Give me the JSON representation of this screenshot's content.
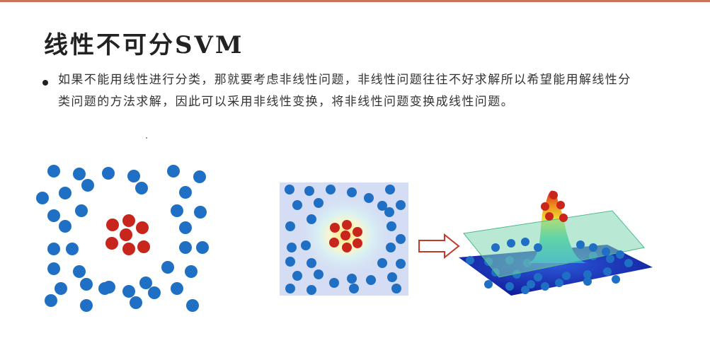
{
  "slide": {
    "title": "线性不可分SVM",
    "bullets": [
      {
        "line1": "如果不能用线性进行分类，那就要考虑非线性问题，非线性问题往往不好求解所以希望能用解线性分",
        "line2": "类问题的方法求解，因此可以采用非线性变换，将非线性问题变换成线性问题。"
      }
    ]
  },
  "colors": {
    "accent_rule": "#c8735a",
    "blue_point": "#1f6fc4",
    "red_point": "#c8261d",
    "arrow": "#c0392b",
    "plane": "#7fd6b0",
    "base_plane": "#1a2fb0"
  },
  "figures": {
    "left": "scatter-2d-two-classes",
    "middle": "kernel-heatmap-2d",
    "arrow": "right-arrow-icon",
    "right": "3d-gaussian-surface-with-separating-plane"
  }
}
